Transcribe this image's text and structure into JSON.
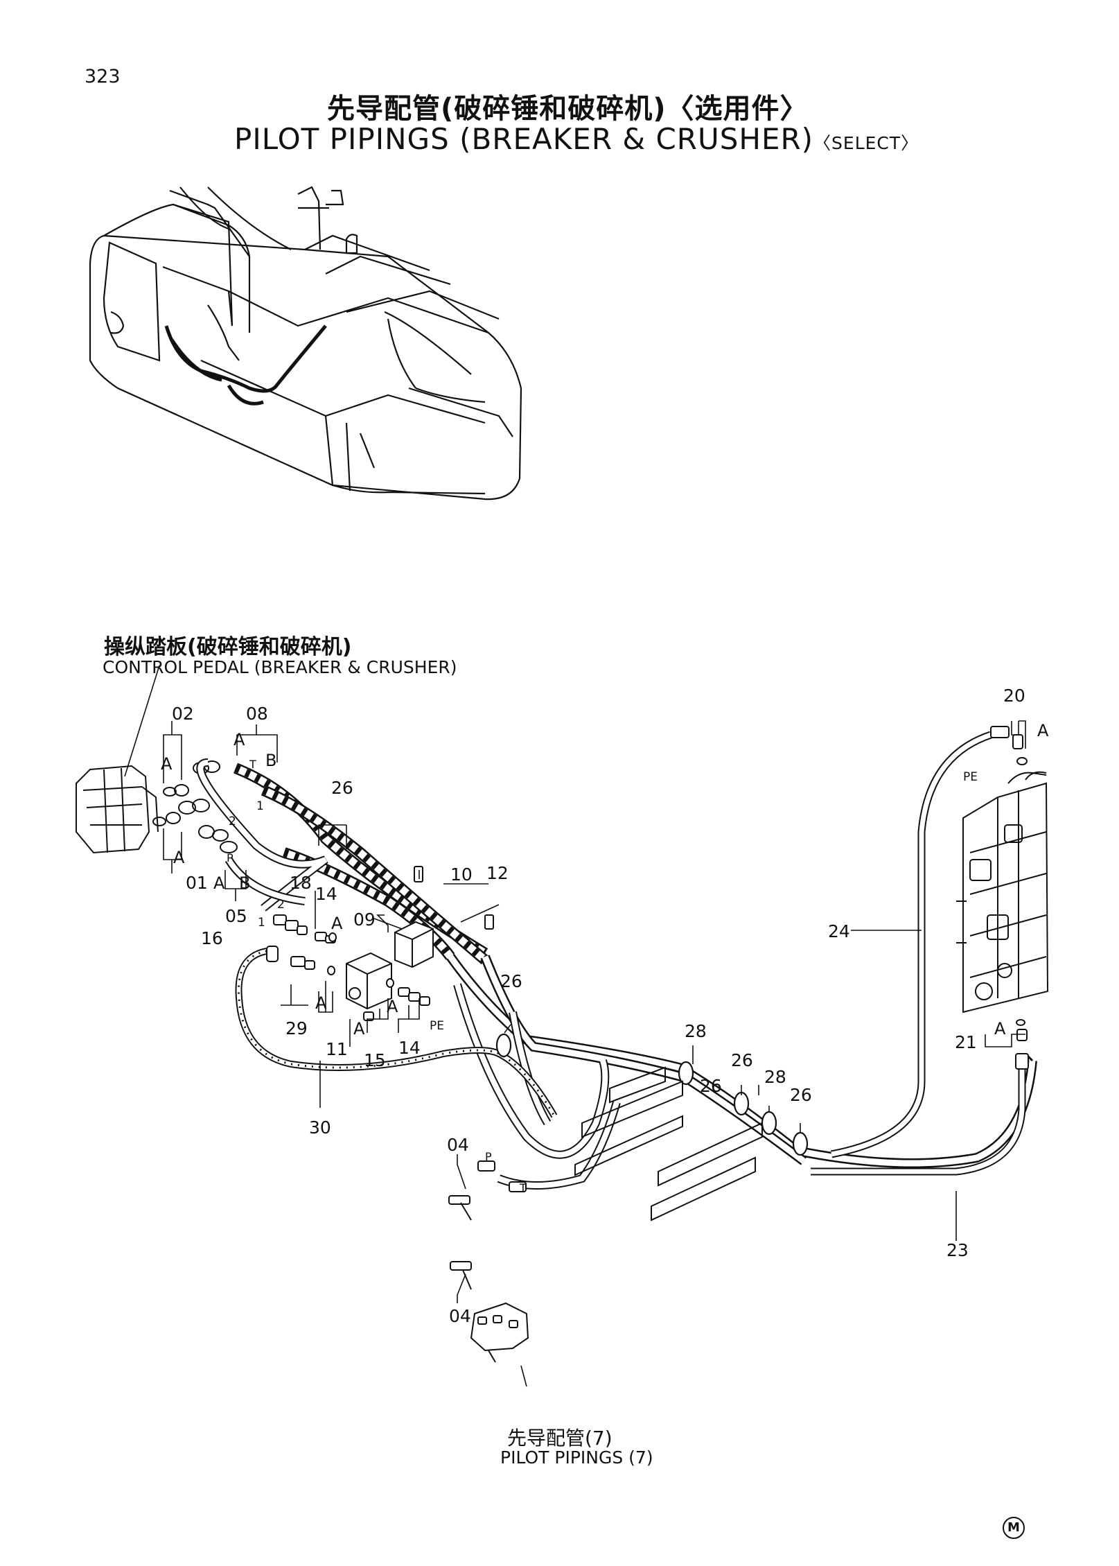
{
  "header": {
    "page_number": "323",
    "title_cn": "先导配管(破碎锤和破碎机)〈选用件〉",
    "title_en_main": "PILOT PIPINGS (BREAKER & CRUSHER)",
    "title_en_select": "〈SELECT〉"
  },
  "callouts": {
    "control_pedal_cn": "操纵踏板(破碎锤和破碎机)",
    "control_pedal_en": "CONTROL PEDAL (BREAKER & CRUSHER)",
    "pilot_pipings_cn": "先导配管(7)",
    "pilot_pipings_en": "PILOT PIPINGS (7)"
  },
  "part_numbers": {
    "p01": "01",
    "p02": "02",
    "p04a": "04",
    "p04b": "04",
    "p05": "05",
    "p08": "08",
    "p09": "09",
    "p10": "10",
    "p11": "11",
    "p12": "12",
    "p14a": "14",
    "p14b": "14",
    "p15": "15",
    "p16": "16",
    "p18": "18",
    "p20": "20",
    "p21": "21",
    "p23": "23",
    "p24": "24",
    "p26a": "26",
    "p26b": "26",
    "p26c": "26",
    "p26d": "26",
    "p26e": "26",
    "p28a": "28",
    "p28b": "28",
    "p29": "29",
    "p30": "30"
  },
  "port_labels": {
    "a1": "A",
    "a2": "A",
    "a3": "A",
    "a4": "A",
    "a5": "A",
    "a6": "A",
    "a7": "A",
    "a8": "A",
    "a9": "A",
    "a10": "A",
    "b1": "B",
    "b2": "B",
    "p1": "P",
    "p2": "P",
    "t1": "T",
    "t2": "T",
    "pe1": "PE",
    "pe2": "PE",
    "n1": "1",
    "n2": "2",
    "n3": "1",
    "n4": "2"
  },
  "footer": {
    "mark": "M"
  }
}
